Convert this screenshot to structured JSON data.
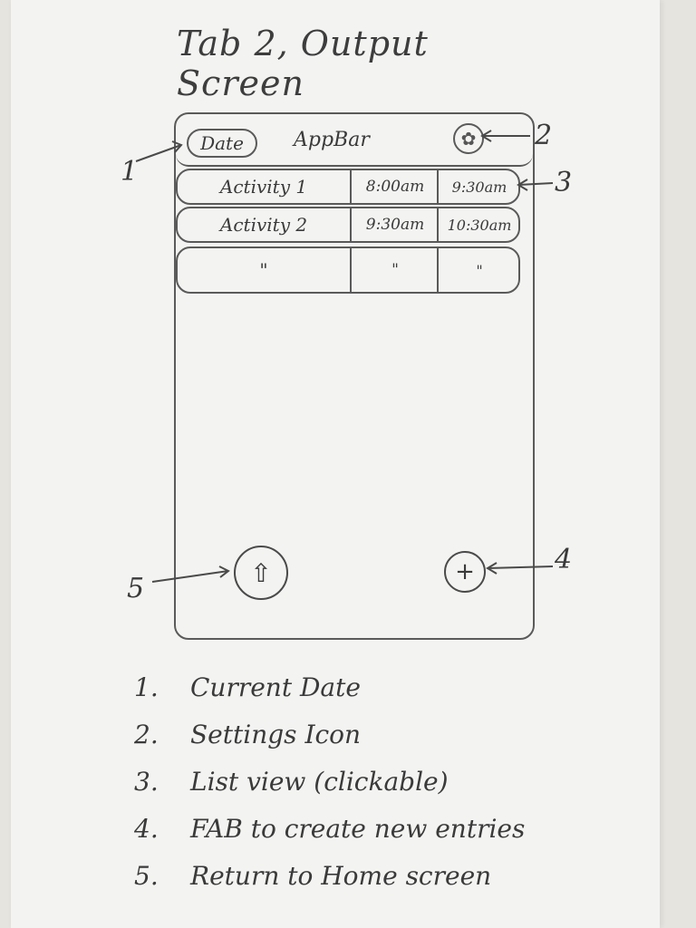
{
  "sheet_title": "Tab 2, Output Screen",
  "app": {
    "date_label": "Date",
    "title": "AppBar",
    "settings_icon": "gear-icon"
  },
  "list": {
    "rows": [
      {
        "name": "Activity 1",
        "start": "8:00am",
        "end": "9:30am"
      },
      {
        "name": "Activity 2",
        "start": "9:30am",
        "end": "10:30am"
      },
      {
        "name": "\"",
        "start": "\"",
        "end": "\""
      }
    ]
  },
  "fabs": {
    "home_symbol": "⇧",
    "home_icon": "up-arrow-icon",
    "add_symbol": "+",
    "add_icon": "plus-icon"
  },
  "callouts": {
    "one": "1",
    "two": "2",
    "three": "3",
    "four": "4",
    "five": "5"
  },
  "legend": [
    {
      "num": "1.",
      "text": "Current Date"
    },
    {
      "num": "2.",
      "text": "Settings Icon"
    },
    {
      "num": "3.",
      "text": "List view (clickable)"
    },
    {
      "num": "4.",
      "text": "FAB to create new entries"
    },
    {
      "num": "5.",
      "text": "Return to Home screen"
    }
  ]
}
